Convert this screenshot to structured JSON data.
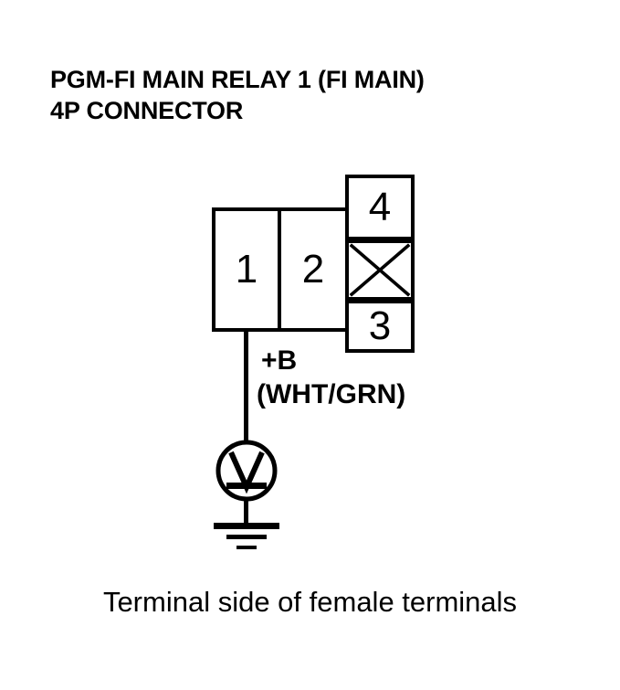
{
  "colors": {
    "ink": "#000000",
    "background": "#ffffff"
  },
  "title": {
    "line1": "PGM-FI MAIN RELAY 1 (FI MAIN)",
    "line2": "4P CONNECTOR"
  },
  "connector": {
    "name": "PGM-FI MAIN RELAY 1 (FI MAIN) 4P CONNECTOR",
    "cavity_count": 4,
    "left_column": [
      {
        "pin": "1",
        "label": "1"
      },
      {
        "pin": "2",
        "label": "2"
      }
    ],
    "right_column": [
      {
        "pin": "4",
        "label": "4"
      },
      {
        "pin": "blocked",
        "label": ""
      },
      {
        "pin": "3",
        "label": "3"
      }
    ]
  },
  "measurement": {
    "probe_pin": "1",
    "signal_label": "+B",
    "wire_color": "(WHT/GRN)",
    "instrument": "voltmeter",
    "instrument_symbol": "V",
    "reference": "ground"
  },
  "caption": "Terminal side of female terminals"
}
